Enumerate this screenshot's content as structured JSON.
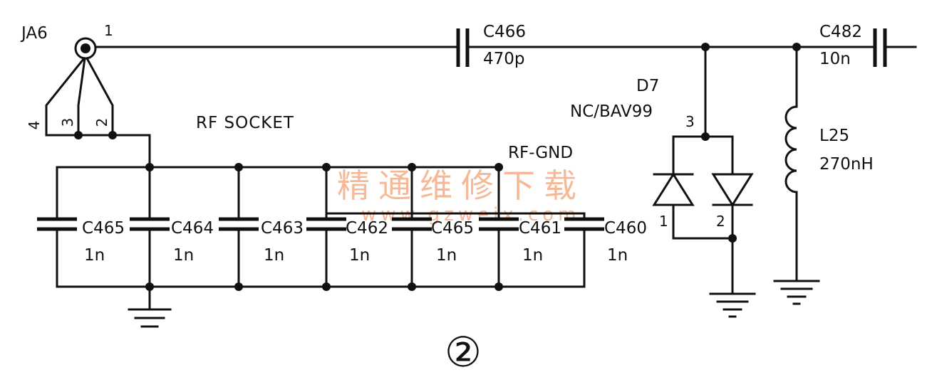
{
  "colors": {
    "ink": "#111111",
    "background": "#ffffff",
    "watermark": "#f2a276"
  },
  "connector": {
    "ref": "JA6",
    "name": "RF SOCKET",
    "pins": {
      "p1": "1",
      "p2": "2",
      "p3": "3",
      "p4": "4"
    }
  },
  "coupling": [
    {
      "ref": "C466",
      "value": "470p"
    },
    {
      "ref": "C482",
      "value": "10n"
    }
  ],
  "diode": {
    "ref": "D7",
    "part": "NC/BAV99",
    "pins": {
      "common": "3",
      "a": "1",
      "b": "2"
    }
  },
  "inductor": {
    "ref": "L25",
    "value": "270nH"
  },
  "net_label": "RF-GND",
  "bypass": [
    {
      "ref": "C465",
      "value": "1n"
    },
    {
      "ref": "C464",
      "value": "1n"
    },
    {
      "ref": "C463",
      "value": "1n"
    },
    {
      "ref": "C462",
      "value": "1n"
    },
    {
      "ref": "C465",
      "value": "1n"
    },
    {
      "ref": "C461",
      "value": "1n"
    },
    {
      "ref": "C460",
      "value": "1n"
    }
  ],
  "watermark": {
    "text": "精通维修下载",
    "url": "www.gzweix.com"
  },
  "figure_number": "②"
}
